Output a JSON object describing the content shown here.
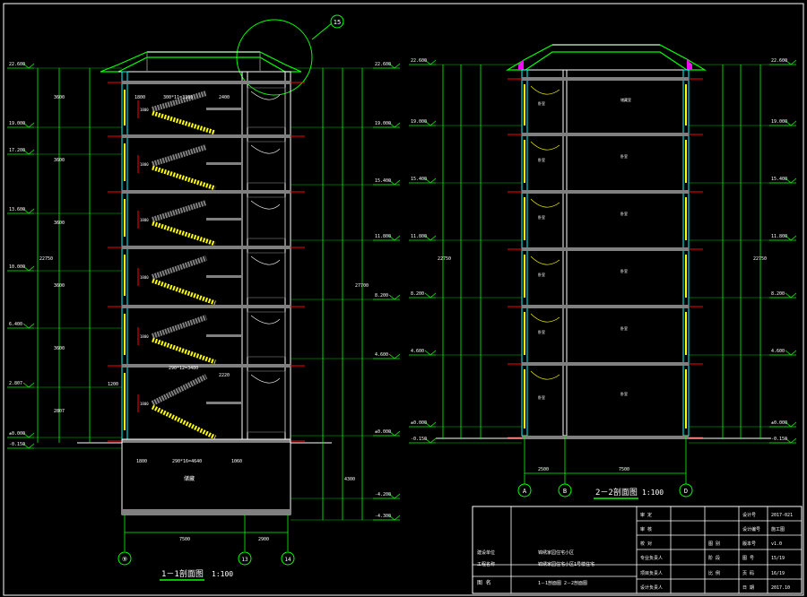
{
  "section1": {
    "title": "1－1剖面图",
    "scale": "1:100",
    "callout": "15",
    "levels_left": [
      "22.600",
      "19.000",
      "17.200",
      "13.600",
      "10.000",
      "6.400",
      "2.807",
      "±0.000",
      "-0.150"
    ],
    "levels_right": [
      "22.600",
      "19.000",
      "15.400",
      "11.800",
      "8.200",
      "4.600",
      "±0.000",
      "-4.200",
      "-4.300"
    ],
    "dim_outer": "22750",
    "dim_outer_right": "27700",
    "dims_left": [
      "3600",
      "3600",
      "3600",
      "3600",
      "3600",
      "2807"
    ],
    "dim_stair_top": "300*11=3300",
    "dim_stair_mid": "290*12=3480",
    "dim_stair_bottom": "290*16=4640",
    "dim_1800": "1800",
    "dim_2400": "2400",
    "dim_1200": "1200",
    "dim_2220": "2220",
    "dim_1060": "1060",
    "dim_4300": "4300",
    "room_label": "储藏",
    "axis_dims": [
      "7500",
      "2900"
    ],
    "axes": [
      "⑨",
      "13",
      "14"
    ]
  },
  "section2": {
    "title": "2－2剖面图",
    "scale": "1:100",
    "levels_left": [
      "22.600",
      "19.000",
      "15.400",
      "11.800",
      "8.200",
      "4.600",
      "±0.000",
      "-0.150"
    ],
    "levels_right": [
      "22.600",
      "19.000",
      "15.400",
      "11.800",
      "8.200",
      "4.600",
      "±0.000",
      "-0.150"
    ],
    "dim_outer": "22750",
    "axis_dims": [
      "2500",
      "7500"
    ],
    "axes": [
      "A",
      "B",
      "D"
    ],
    "rooms_left": [
      "卧室",
      "卧室",
      "卧室",
      "卧室",
      "卧室",
      "卧室"
    ],
    "rooms_right": [
      "储藏室",
      "卧室",
      "卧室",
      "卧室",
      "卧室",
      "卧室"
    ]
  },
  "titleblock": {
    "rows_right_labels": [
      "设计号",
      "设计编号",
      "版本号",
      "图 号",
      "页 码",
      "日 期"
    ],
    "rows_right_values": [
      "2017-021",
      "施工图",
      "v1.0",
      "15/19",
      "16/19",
      "2017.10"
    ],
    "rows_mid_labels": [
      "审 定",
      "审 核",
      "校 对",
      "专业负责人",
      "项目负责人",
      "设计负责人"
    ],
    "rows_mid_labels2": [
      "图 别",
      "阶 段",
      "比 例"
    ],
    "project_label": "建设单位",
    "project_value": "锦绣家园住宅小区",
    "engineer_label": "工程名称",
    "engineer_value": "锦绣家园住宅小区1号楼住宅",
    "drawing_label": "图 名",
    "drawing_value": "1－1剖面图  2－2剖面图"
  },
  "colors": {
    "white": "#ffffff",
    "yellow": "#ffff00",
    "green": "#00ff00",
    "cyan": "#00ffff",
    "red": "#ff0000",
    "gray": "#808080",
    "magenta": "#ff00ff"
  }
}
